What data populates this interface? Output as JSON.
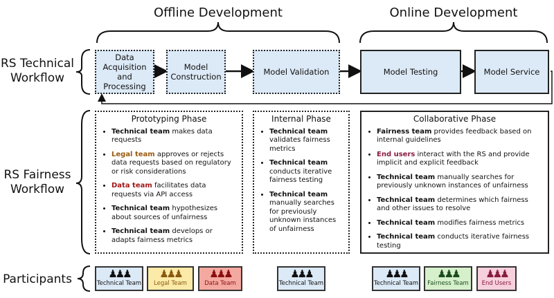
{
  "headers": {
    "offline": "Offline Development",
    "online": "Online Development"
  },
  "rows": {
    "technical": "RS Technical Workflow",
    "fairness": "RS Fairness Workflow",
    "participants": "Participants"
  },
  "technical_steps": [
    "Data Acquisition and Processing",
    "Model Construction",
    "Model Validation",
    "Model Testing",
    "Model Service"
  ],
  "phases": [
    {
      "title": "Prototyping Phase",
      "items": [
        {
          "actor": "Technical team",
          "text": " makes data requests",
          "color": "#111111"
        },
        {
          "actor": "Legal team",
          "text": " approves or rejects data requests based on regulatory or risk considerations",
          "color": "#9a5a10"
        },
        {
          "actor": "Data team",
          "text": " facilitates data requests via API access",
          "color": "#a01818"
        },
        {
          "actor": "Technical team",
          "text": " hypothesizes about sources of unfairness",
          "color": "#111111"
        },
        {
          "actor": "Technical team",
          "text": " develops or adapts fairness metrics",
          "color": "#111111"
        }
      ]
    },
    {
      "title": "Internal Phase",
      "items": [
        {
          "actor": "Technical team",
          "text": " validates fairness metrics",
          "color": "#111111"
        },
        {
          "actor": "Technical team",
          "text": " conducts iterative fairness testing",
          "color": "#111111"
        },
        {
          "actor": "Technical team",
          "text": " manually searches for previously unknown instances of unfairness",
          "color": "#111111"
        }
      ]
    },
    {
      "title": "Collaborative Phase",
      "items": [
        {
          "actor": "Fairness team",
          "text": " provides feedback based on internal guidelines",
          "color": "#111111"
        },
        {
          "actor": "End users",
          "text": " interact with the RS and provide implicit and explicit feedback",
          "color": "#8a1c40"
        },
        {
          "actor": "Technical team",
          "text": " manually searches for previously unknown instances of unfairness",
          "color": "#111111"
        },
        {
          "actor": "Technical team",
          "text": " determines which fairness and other issues to resolve",
          "color": "#111111"
        },
        {
          "actor": "Technical team",
          "text": " modifies fairness metrics",
          "color": "#111111"
        },
        {
          "actor": "Technical team",
          "text": " conducts iterative fairness testing",
          "color": "#111111"
        }
      ]
    }
  ],
  "participants": [
    {
      "label": "Technical Team",
      "bg": "#dce9f6",
      "fg": "#111111"
    },
    {
      "label": "Legal Team",
      "bg": "#fbeaa8",
      "fg": "#8a5a10"
    },
    {
      "label": "Data Team",
      "bg": "#f4a9a0",
      "fg": "#8a1010"
    },
    {
      "label": "Technical Team",
      "bg": "#dce9f6",
      "fg": "#111111"
    },
    {
      "label": "Technical Team",
      "bg": "#dce9f6",
      "fg": "#111111"
    },
    {
      "label": "Fairness Team",
      "bg": "#d6f0cc",
      "fg": "#1d4d1d"
    },
    {
      "label": "End Users",
      "bg": "#f6d0dc",
      "fg": "#8a1c40"
    }
  ]
}
